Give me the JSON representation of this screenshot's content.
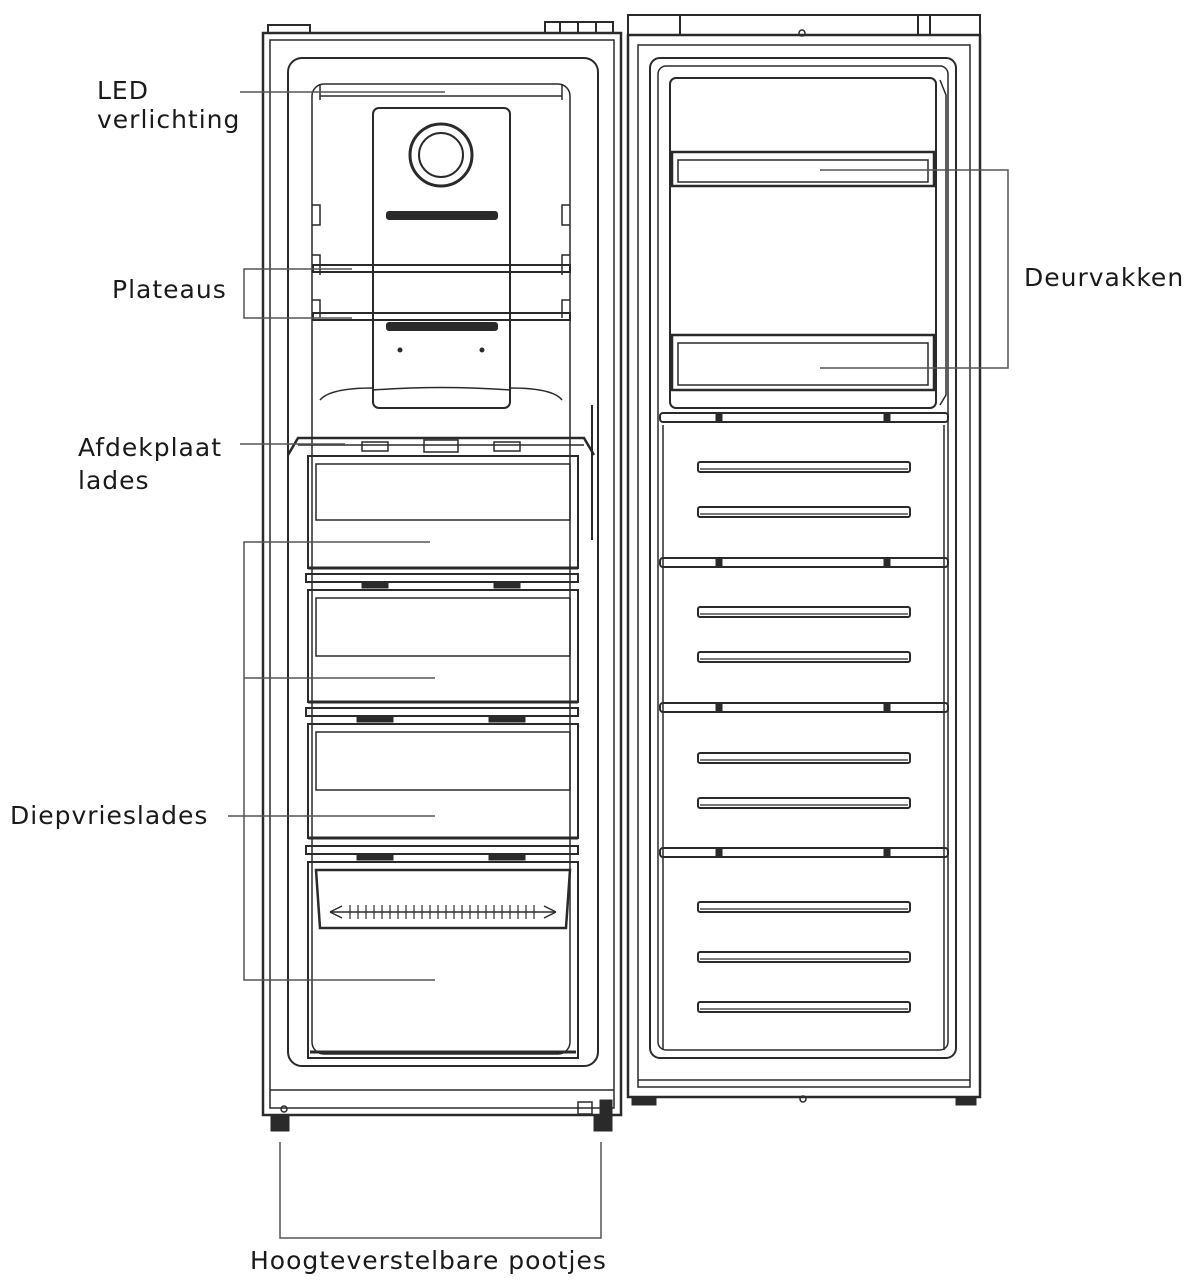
{
  "labels": {
    "led_line1": "LED",
    "led_line2": "verlichting",
    "plateaus": "Plateaus",
    "afdek_line1": "Afdekplaat",
    "afdek_line2": "lades",
    "diepvries": "Diepvrieslades",
    "deurvakken": "Deurvakken",
    "pootjes": "Hoogteverstelbare pootjes"
  },
  "colors": {
    "line": "#2a2a2a",
    "leader": "#555555",
    "text": "#1a1a1a"
  }
}
